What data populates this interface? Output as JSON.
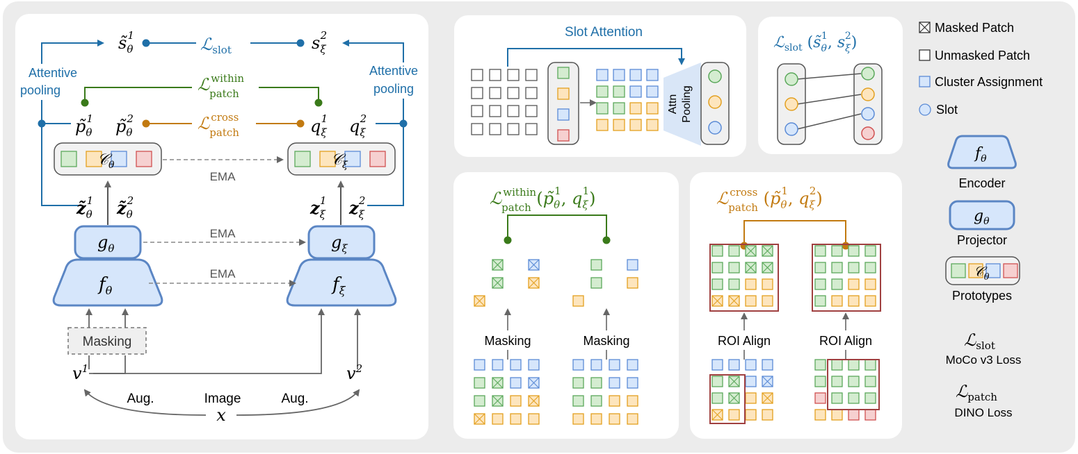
{
  "colors": {
    "blue": "#1f6fa8",
    "green": "#3a7a1a",
    "orange": "#c27a10",
    "sq_blue_fill": "#d6e6fb",
    "sq_blue_stroke": "#5b8bd6",
    "sq_green_fill": "#d4ecd0",
    "sq_green_stroke": "#5ba85b",
    "sq_orange_fill": "#fde5bd",
    "sq_orange_stroke": "#e3a020",
    "sq_red_fill": "#f6d0d0",
    "sq_red_stroke": "#d05050",
    "encoder_fill": "#d6e6fb",
    "encoder_stroke": "#5b86c4"
  },
  "left": {
    "s_tilde": "s̃",
    "s_tilde_sub": "θ",
    "s_tilde_sup": "1",
    "s": "s",
    "s_sub": "ξ",
    "s_sup": "2",
    "L": "ℒ",
    "slot_sub": "slot",
    "within_sup": "within",
    "patch_sub": "patch",
    "cross_sup": "cross",
    "attentive": "Attentive",
    "pooling": "pooling",
    "p_tilde": "p̃",
    "p_sub": "θ",
    "q": "q",
    "q_sub": "ξ",
    "sup1": "1",
    "sup2": "2",
    "C": "𝒞",
    "C_sub_theta": "θ",
    "C_sub_xi": "ξ",
    "ema": "EMA",
    "z_tilde": "z̃",
    "z": "z",
    "g": "g",
    "f": "f",
    "theta": "θ",
    "xi": "ξ",
    "masking": "Masking",
    "v": "v",
    "aug": "Aug.",
    "image": "Image",
    "x": "x"
  },
  "slot_attention": {
    "title": "Slot Attention",
    "attn": "Attn",
    "pooling": "Pooling"
  },
  "slot_loss": {
    "L": "ℒ",
    "sub": "slot",
    "args_s_tilde": "s̃",
    "args_theta": "θ",
    "args_sup1": "1",
    "args_s": "s",
    "args_xi": "ξ",
    "args_sup2": "2"
  },
  "within_panel": {
    "L": "ℒ",
    "sup": "within",
    "sub": "patch",
    "p_tilde": "p̃",
    "theta": "θ",
    "q": "q",
    "xi": "ξ",
    "sup1": "1",
    "masking_left": "Masking",
    "masking_right": "Masking"
  },
  "cross_panel": {
    "L": "ℒ",
    "sup": "cross",
    "sub": "patch",
    "p_tilde": "p̃",
    "theta": "θ",
    "q": "q",
    "xi": "ξ",
    "sup1": "1",
    "sup2": "2",
    "roi_left": "ROI Align",
    "roi_right": "ROI Align"
  },
  "legend": {
    "masked": "Masked Patch",
    "unmasked": "Unmasked Patch",
    "cluster": "Cluster Assignment",
    "slot": "Slot",
    "f": "f",
    "theta": "θ",
    "encoder": "Encoder",
    "g": "g",
    "projector": "Projector",
    "C": "𝒞",
    "prototypes": "Prototypes",
    "L": "ℒ",
    "slot_sub": "slot",
    "moco": "MoCo v3 Loss",
    "patch_sub": "patch",
    "dino": "DINO Loss"
  }
}
